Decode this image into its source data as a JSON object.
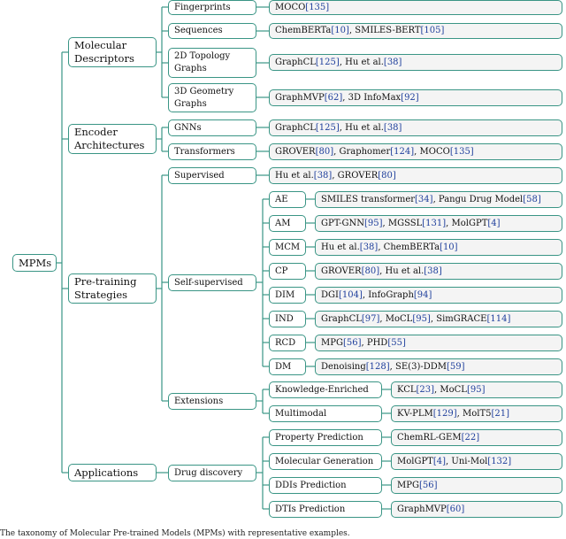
{
  "root": "MPMs",
  "categories": [
    {
      "id": "md",
      "label": "Molecular Descriptors"
    },
    {
      "id": "ea",
      "label": "Encoder Architectures"
    },
    {
      "id": "pts",
      "label": "Pre-training Strategies"
    },
    {
      "id": "app",
      "label": "Applications"
    }
  ],
  "subcategories": [
    {
      "id": "fp",
      "label": "Fingerprints"
    },
    {
      "id": "seq",
      "label": "Sequences"
    },
    {
      "id": "topo",
      "label": "2D Topology Graphs"
    },
    {
      "id": "geo",
      "label": "3D Geometry Graphs"
    },
    {
      "id": "gnn",
      "label": "GNNs"
    },
    {
      "id": "trf",
      "label": "Transformers"
    },
    {
      "id": "sup",
      "label": "Supervised"
    },
    {
      "id": "ssl",
      "label": "Self-supervised"
    },
    {
      "id": "ext",
      "label": "Extensions"
    },
    {
      "id": "dd",
      "label": "Drug discovery"
    }
  ],
  "methods": [
    {
      "id": "ae",
      "label": "AE"
    },
    {
      "id": "am",
      "label": "AM"
    },
    {
      "id": "mcm",
      "label": "MCM"
    },
    {
      "id": "cp",
      "label": "CP"
    },
    {
      "id": "dim",
      "label": "DIM"
    },
    {
      "id": "ind",
      "label": "IND"
    },
    {
      "id": "rcd",
      "label": "RCD"
    },
    {
      "id": "dm",
      "label": "DM"
    },
    {
      "id": "ke",
      "label": "Knowledge-Enriched"
    },
    {
      "id": "mm",
      "label": "Multimodal"
    },
    {
      "id": "pp",
      "label": "Property Prediction"
    },
    {
      "id": "mg",
      "label": "Molecular Generation"
    },
    {
      "id": "ddi",
      "label": "DDIs Prediction"
    },
    {
      "id": "dti",
      "label": "DTIs Prediction"
    }
  ],
  "leaves": [
    {
      "id": "fp",
      "parts": [
        {
          "t": "MOCO "
        },
        {
          "t": "[135]",
          "ref": true
        }
      ]
    },
    {
      "id": "seq",
      "parts": [
        {
          "t": "ChemBERTa "
        },
        {
          "t": "[10]",
          "ref": true
        },
        {
          "t": ", SMILES-BERT "
        },
        {
          "t": "[105]",
          "ref": true
        }
      ]
    },
    {
      "id": "topo",
      "parts": [
        {
          "t": "GraphCL "
        },
        {
          "t": "[125]",
          "ref": true
        },
        {
          "t": ", Hu et al. "
        },
        {
          "t": "[38]",
          "ref": true
        }
      ]
    },
    {
      "id": "geo",
      "parts": [
        {
          "t": "GraphMVP "
        },
        {
          "t": "[62]",
          "ref": true
        },
        {
          "t": ", 3D InfoMax "
        },
        {
          "t": "[92]",
          "ref": true
        }
      ]
    },
    {
      "id": "gnn",
      "parts": [
        {
          "t": "GraphCL "
        },
        {
          "t": "[125]",
          "ref": true
        },
        {
          "t": ", Hu et al. "
        },
        {
          "t": "[38]",
          "ref": true
        }
      ]
    },
    {
      "id": "trf",
      "parts": [
        {
          "t": "GROVER "
        },
        {
          "t": "[80]",
          "ref": true
        },
        {
          "t": ", Graphomer "
        },
        {
          "t": "[124]",
          "ref": true
        },
        {
          "t": ", MOCO "
        },
        {
          "t": "[135]",
          "ref": true
        }
      ]
    },
    {
      "id": "sup",
      "parts": [
        {
          "t": "Hu et al. "
        },
        {
          "t": "[38]",
          "ref": true
        },
        {
          "t": ", GROVER "
        },
        {
          "t": "[80]",
          "ref": true
        }
      ]
    },
    {
      "id": "ae",
      "parts": [
        {
          "t": "SMILES transformer "
        },
        {
          "t": "[34]",
          "ref": true
        },
        {
          "t": ", Pangu Drug Model "
        },
        {
          "t": "[58]",
          "ref": true
        }
      ]
    },
    {
      "id": "am",
      "parts": [
        {
          "t": "GPT-GNN "
        },
        {
          "t": "[95]",
          "ref": true
        },
        {
          "t": ", MGSSL "
        },
        {
          "t": "[131]",
          "ref": true
        },
        {
          "t": ", MolGPT "
        },
        {
          "t": "[4]",
          "ref": true
        }
      ]
    },
    {
      "id": "mcm",
      "parts": [
        {
          "t": "Hu et al. "
        },
        {
          "t": "[38]",
          "ref": true
        },
        {
          "t": ", ChemBERTa "
        },
        {
          "t": "[10]",
          "ref": true
        }
      ]
    },
    {
      "id": "cp",
      "parts": [
        {
          "t": "GROVER "
        },
        {
          "t": "[80]",
          "ref": true
        },
        {
          "t": ", Hu et al. "
        },
        {
          "t": "[38]",
          "ref": true
        }
      ]
    },
    {
      "id": "dim",
      "parts": [
        {
          "t": "DGI "
        },
        {
          "t": "[104]",
          "ref": true
        },
        {
          "t": ", InfoGraph "
        },
        {
          "t": "[94]",
          "ref": true
        }
      ]
    },
    {
      "id": "ind",
      "parts": [
        {
          "t": "GraphCL "
        },
        {
          "t": "[97]",
          "ref": true
        },
        {
          "t": ", MoCL "
        },
        {
          "t": "[95]",
          "ref": true
        },
        {
          "t": ", SimGRACE "
        },
        {
          "t": "[114]",
          "ref": true
        }
      ]
    },
    {
      "id": "rcd",
      "parts": [
        {
          "t": "MPG "
        },
        {
          "t": "[56]",
          "ref": true
        },
        {
          "t": ", PHD "
        },
        {
          "t": "[55]",
          "ref": true
        }
      ]
    },
    {
      "id": "dm",
      "parts": [
        {
          "t": "Denoising "
        },
        {
          "t": "[128]",
          "ref": true
        },
        {
          "t": ", SE(3)-DDM "
        },
        {
          "t": "[59]",
          "ref": true
        }
      ]
    },
    {
      "id": "ke",
      "parts": [
        {
          "t": "KCL "
        },
        {
          "t": "[23]",
          "ref": true
        },
        {
          "t": ", MoCL "
        },
        {
          "t": "[95]",
          "ref": true
        }
      ]
    },
    {
      "id": "mm",
      "parts": [
        {
          "t": "KV-PLM "
        },
        {
          "t": "[129]",
          "ref": true
        },
        {
          "t": ", MolT5 "
        },
        {
          "t": "[21]",
          "ref": true
        }
      ]
    },
    {
      "id": "pp",
      "parts": [
        {
          "t": "ChemRL-GEM "
        },
        {
          "t": "[22]",
          "ref": true
        }
      ]
    },
    {
      "id": "mg",
      "parts": [
        {
          "t": "MolGPT "
        },
        {
          "t": "[4]",
          "ref": true
        },
        {
          "t": ", Uni-Mol "
        },
        {
          "t": "[132]",
          "ref": true
        }
      ]
    },
    {
      "id": "ddi",
      "parts": [
        {
          "t": "MPG "
        },
        {
          "t": "[56]",
          "ref": true
        }
      ]
    },
    {
      "id": "dti",
      "parts": [
        {
          "t": "GraphMVP "
        },
        {
          "t": "[60]",
          "ref": true
        }
      ]
    }
  ],
  "caption": "The taxonomy of Molecular Pre-trained Models (MPMs) with representative examples.",
  "colors": {
    "border": "#3a9585",
    "line": "#3a9585",
    "leaf_fill": "#f4f4f4",
    "reference": "#1f3f9c"
  }
}
